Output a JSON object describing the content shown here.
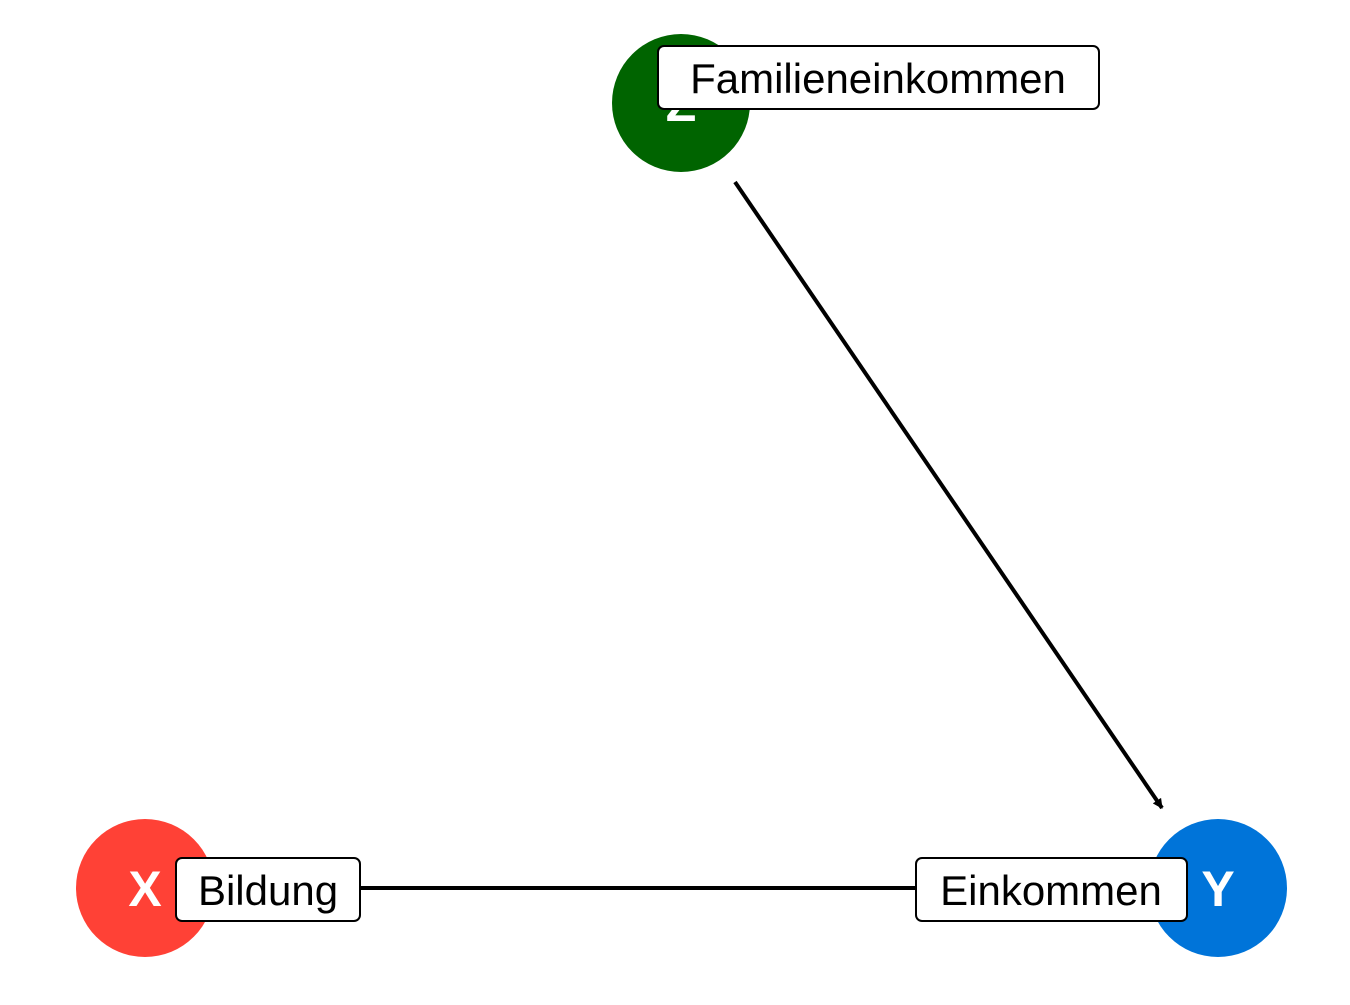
{
  "nodes": {
    "z": {
      "letter": "Z",
      "label": "Familieneinkommen",
      "color": "#006400"
    },
    "x": {
      "letter": "X",
      "label": "Bildung",
      "color": "#FF4136"
    },
    "y": {
      "letter": "Y",
      "label": "Einkommen",
      "color": "#0074D9"
    }
  },
  "edges": [
    {
      "from": "Z",
      "to": "Y",
      "directed": true
    },
    {
      "from": "X",
      "to": "Y",
      "directed": false
    }
  ],
  "edge_color": "#000000"
}
